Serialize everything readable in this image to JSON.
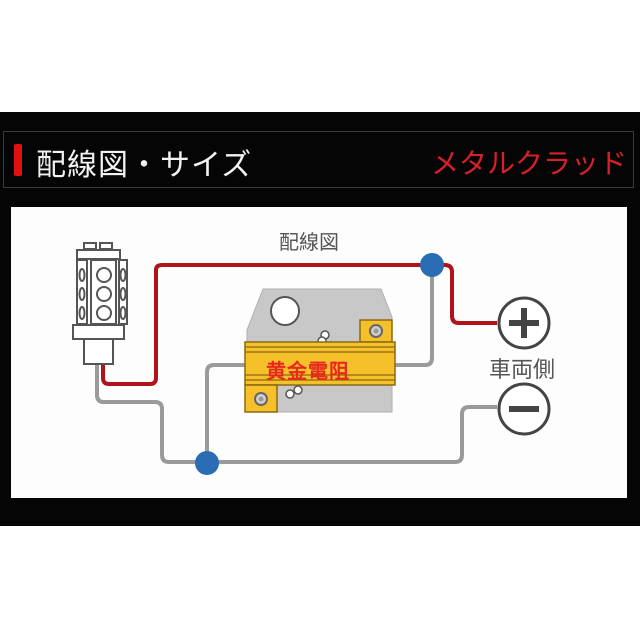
{
  "header": {
    "title": "配線図・サイズ",
    "subtitle": "メタルクラッド",
    "accent_color": "#e01010",
    "subtitle_color": "#d8202a"
  },
  "diagram": {
    "title": "配線図",
    "components": {
      "bulb": {
        "name": "LED bulb"
      },
      "resistor": {
        "label": "黄金電阻",
        "body_color": "#f5c02a",
        "label_color": "#e8281e"
      },
      "vehicle_side": {
        "label": "車両側",
        "positive_symbol": "+",
        "negative_symbol": "−"
      }
    },
    "wires": {
      "positive_color": "#b0141a",
      "negative_color": "#9a9a9a",
      "junction_color": "#2a6db5"
    }
  }
}
